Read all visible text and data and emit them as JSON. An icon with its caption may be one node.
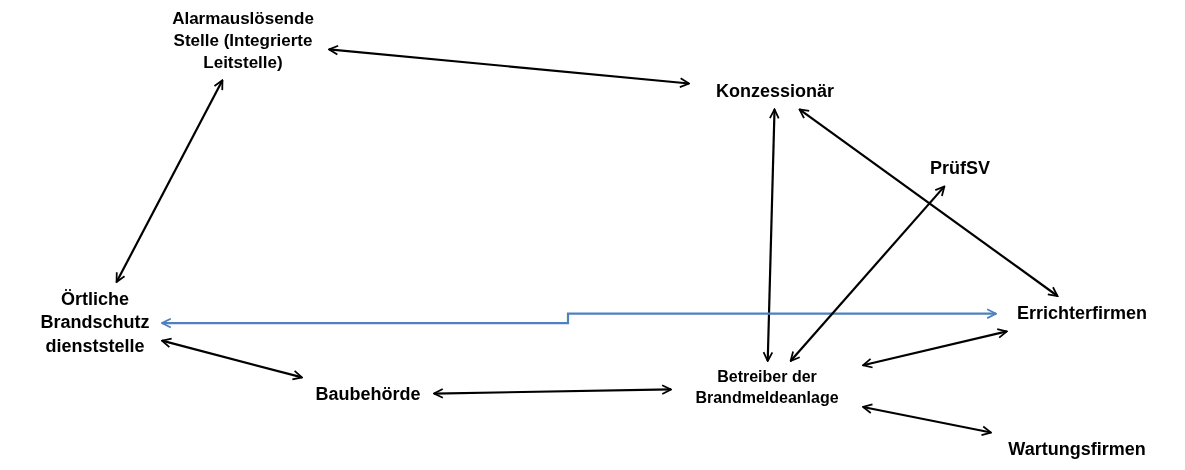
{
  "diagram": {
    "nodes": [
      {
        "text": [
          "Alarmauslösende Stelle (Integrierte Leitstelle)"
        ]
      },
      {
        "text": [
          "Konzessionär"
        ]
      },
      {
        "text": [
          "Örtliche Brandschutz dienststelle"
        ]
      },
      {
        "text": [
          "Baubehörde"
        ]
      },
      {
        "text": [
          "Betreiber der Brandmeldeanlage"
        ]
      },
      {
        "text": [
          "PrüfSV"
        ]
      },
      {
        "text": [
          "Errichterfirmen"
        ]
      },
      {
        "text": [
          "Wartungsfirmen"
        ]
      }
    ],
    "edges": [
      {
        "from": 0,
        "to": 1,
        "arrow": "both"
      },
      {
        "from": 0,
        "to": 2,
        "arrow": "both"
      },
      {
        "from": 1,
        "to": 4,
        "arrow": "both"
      },
      {
        "from": 1,
        "to": 6,
        "arrow": "both"
      },
      {
        "from": 2,
        "to": 6,
        "arrow": "both",
        "color": "#4f81bd"
      },
      {
        "from": 2,
        "to": 3,
        "arrow": "both"
      },
      {
        "from": 3,
        "to": 4,
        "arrow": "both"
      },
      {
        "from": 4,
        "to": 5,
        "arrow": "both"
      },
      {
        "from": 4,
        "to": 6,
        "arrow": "both"
      },
      {
        "from": 4,
        "to": 7,
        "arrow": "both"
      }
    ]
  }
}
